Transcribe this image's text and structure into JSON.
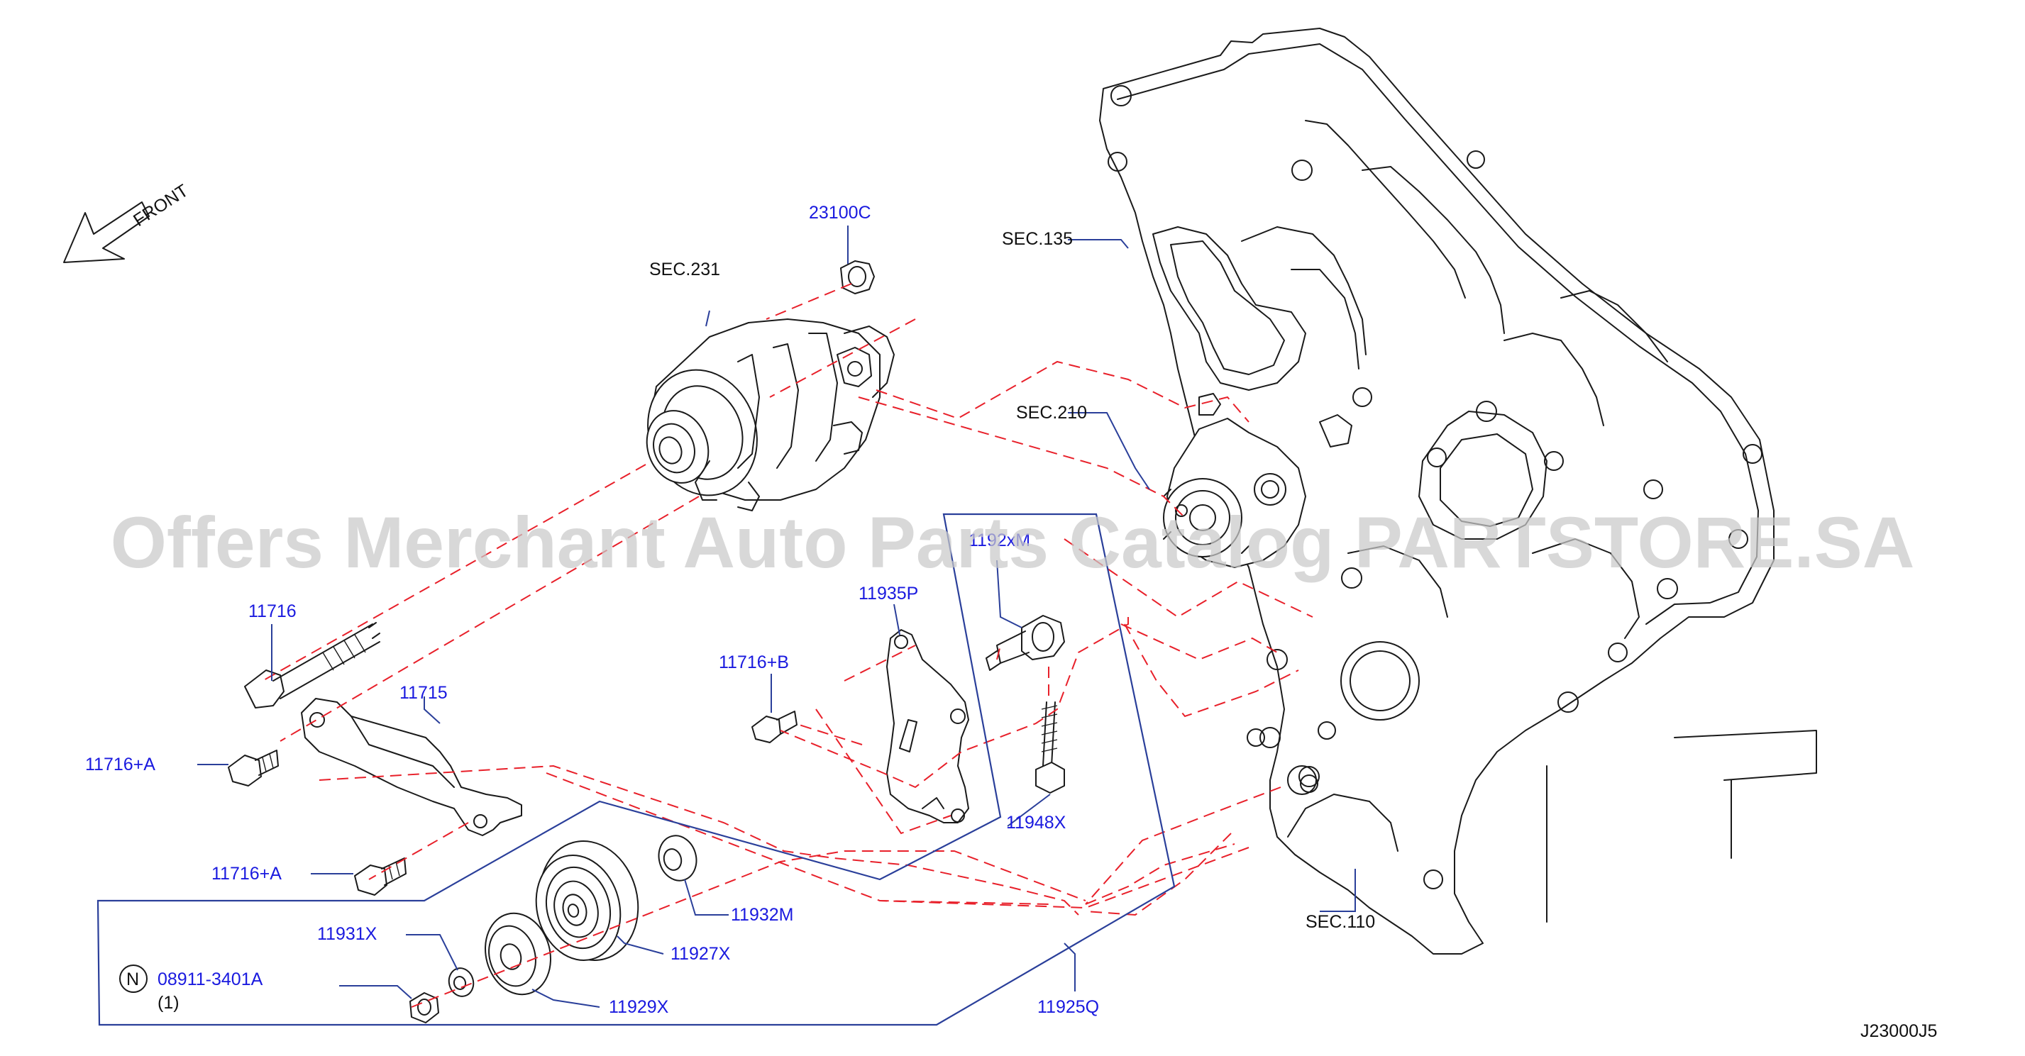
{
  "diagram": {
    "code": "J23000J5",
    "direction": "FRONT",
    "watermark": "Offers Merchant Auto Parts Catalog PARTSTORE.SA",
    "colors": {
      "part_number": "#1a1adf",
      "section_label": "#111111",
      "phantom_line": "#e8202a",
      "leader": "#2a3f9a",
      "watermark": "#c9c9c9"
    },
    "section_refs": {
      "sec231": "SEC.231",
      "sec135": "SEC.135",
      "sec210": "SEC.210",
      "sec110": "SEC.110"
    },
    "part_labels": {
      "p23100C": "23100C",
      "p11716": "11716",
      "p11715": "11715",
      "p11716A_1": "11716+A",
      "p11716A_2": "11716+A",
      "p11716B": "11716+B",
      "p11935P": "11935P",
      "p1192xM": "1192xM",
      "p11948X": "11948X",
      "p11932M": "11932M",
      "p11927X": "11927X",
      "p11931X": "11931X",
      "p11929X": "11929X",
      "p11925Q": "11925Q",
      "p08911": "08911-3401A"
    },
    "note_badge": "N",
    "quantity_note": "(1)"
  }
}
